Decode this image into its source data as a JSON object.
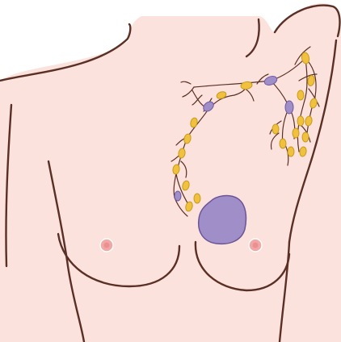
{
  "colors": {
    "background": "#ffffff",
    "skin": "#fbe2dc",
    "outline": "#5a2f25",
    "lymph_node": "#f0c13e",
    "lymph_node_outline": "#c99a17",
    "affected_node": "#a08ec9",
    "affected_node_outline": "#6f5aa3",
    "tumor": "#a08ec9",
    "tumor_outline": "#6b5599",
    "nipple": "#f1a8a4",
    "nipple_center": "#ec8f92"
  },
  "illustration": {
    "subject": "torso",
    "highlights": [
      "tumor",
      "lymph-nodes",
      "lymph-vessels"
    ]
  }
}
